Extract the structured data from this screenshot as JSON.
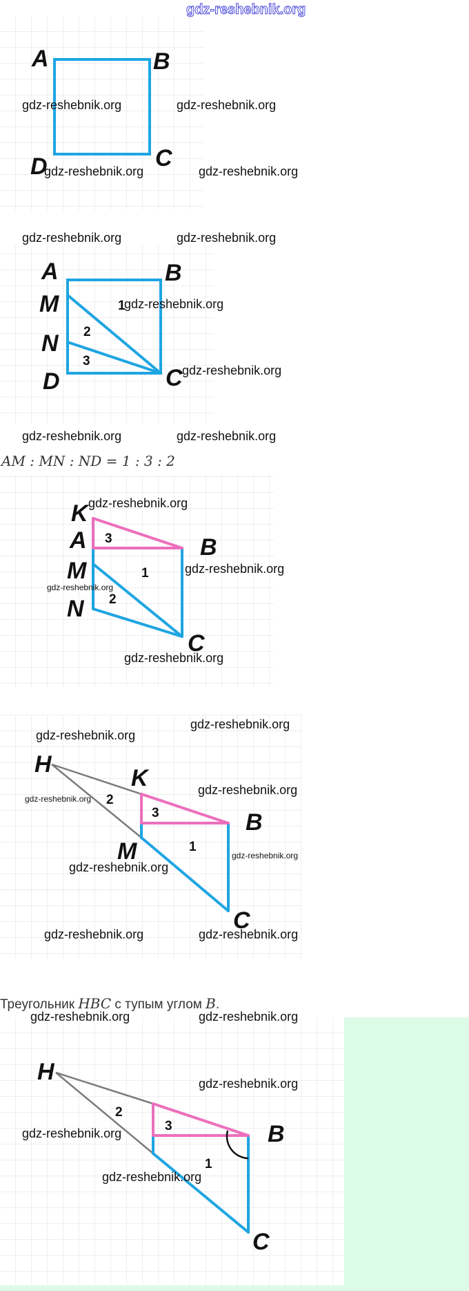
{
  "header_watermark": "gdz-reshebnik.org",
  "watermark": "gdz-reshebnik.org",
  "colors": {
    "blue": "#1ea5e2",
    "pink": "#ec6fbc",
    "gray": "#7b7b7b",
    "panel": "#dcfce8"
  },
  "figure1": {
    "labels": {
      "A": "A",
      "B": "B",
      "C": "C",
      "D": "D"
    }
  },
  "figure2": {
    "labels": {
      "A": "A",
      "B": "B",
      "C": "C",
      "D": "D",
      "M": "M",
      "N": "N"
    },
    "numbers": [
      "1",
      "2",
      "3"
    ]
  },
  "ratio_text": "AM : MN : ND = 1 : 3 : 2",
  "figure3": {
    "labels": {
      "K": "K",
      "A": "A",
      "B": "B",
      "M": "M",
      "N": "N",
      "C": "C"
    },
    "numbers": [
      "1",
      "2",
      "3"
    ]
  },
  "figure4": {
    "labels": {
      "H": "H",
      "K": "K",
      "B": "B",
      "M": "M",
      "C": "C"
    },
    "numbers": [
      "1",
      "2",
      "3"
    ]
  },
  "caption": {
    "prefix": "Треугольник ",
    "math1": "HBC",
    "middle": " с тупым углом ",
    "math2": "B",
    "suffix": "."
  },
  "figure5": {
    "labels": {
      "H": "H",
      "B": "B",
      "C": "C"
    },
    "numbers": [
      "1",
      "2",
      "3"
    ]
  }
}
